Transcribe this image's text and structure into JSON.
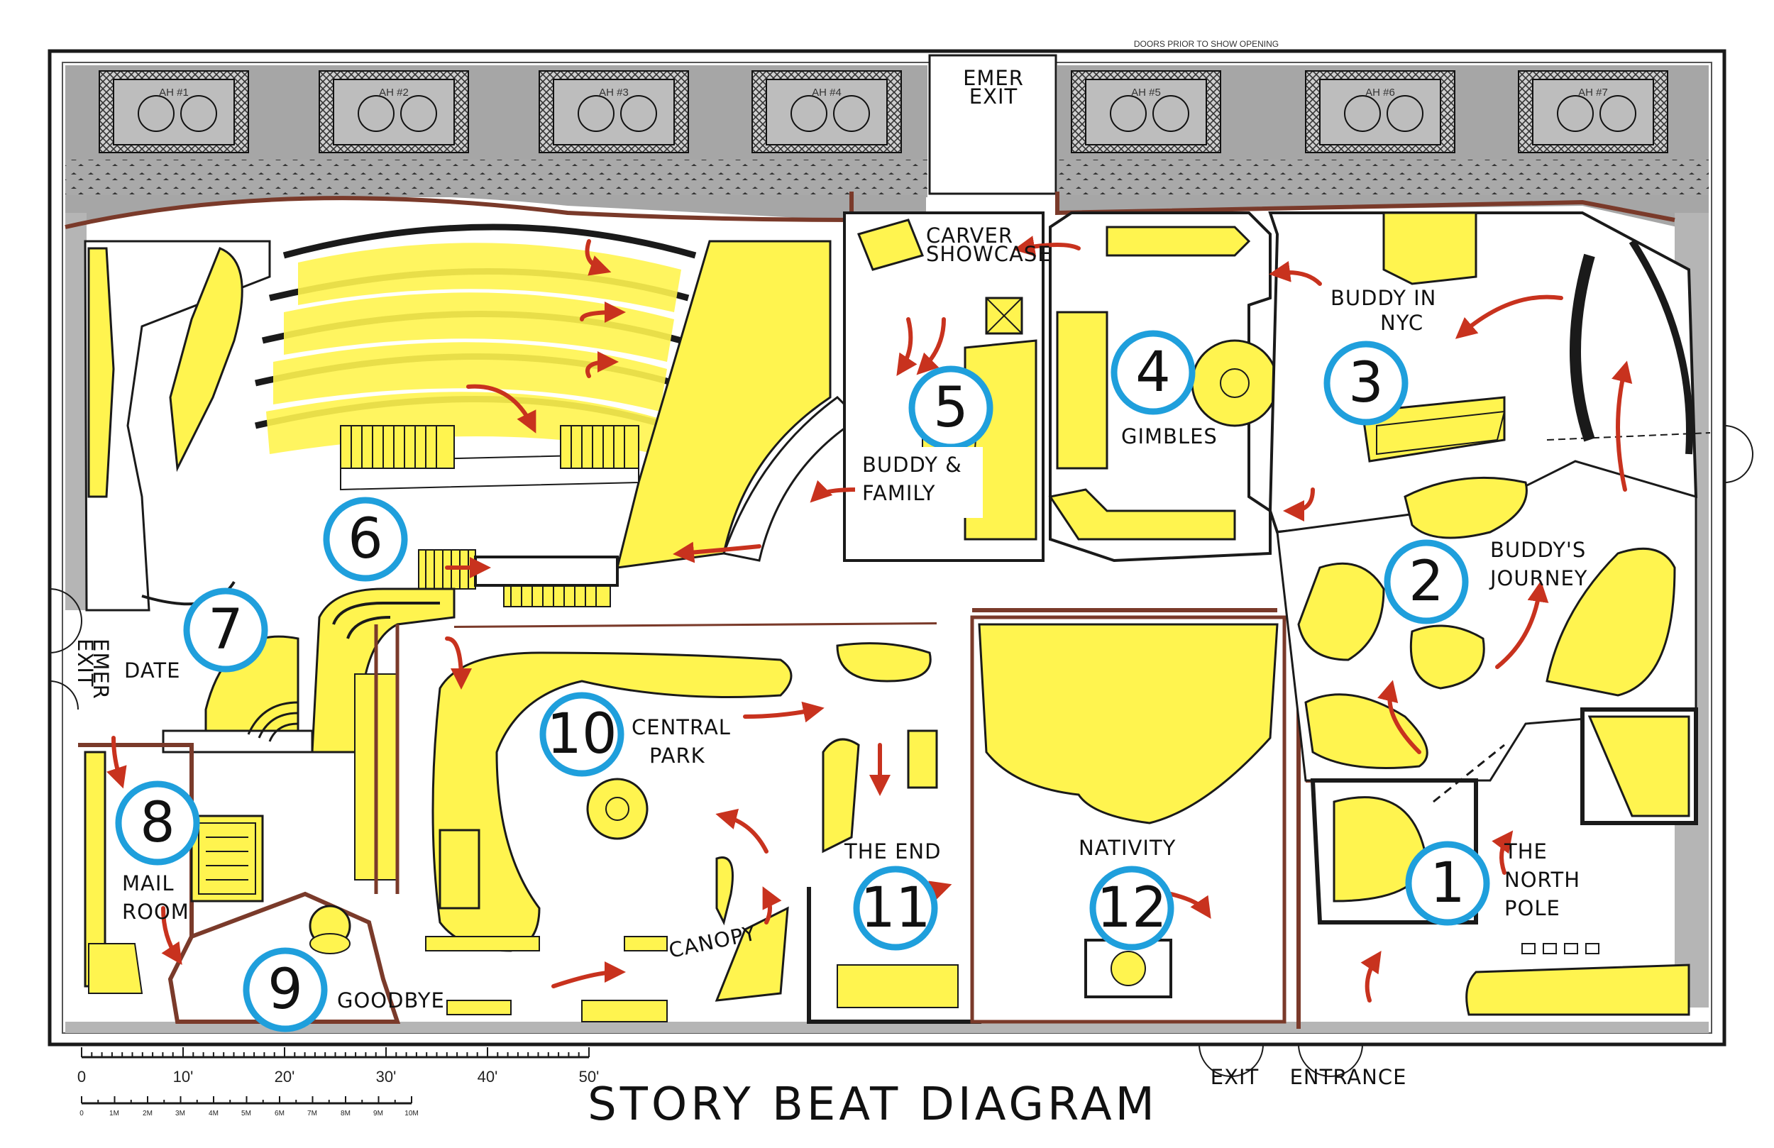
{
  "title": "STORY BEAT DIAGRAM",
  "colors": {
    "zone_fill": "#fff44f",
    "wall": "#1a1a1a",
    "boundary": "#7a3a2a",
    "mech_gray": "#a6a6a6",
    "circle_stroke": "#1f9fdc",
    "arrow": "#c8321e"
  },
  "header_note": "DOORS PRIOR TO SHOW OPENING",
  "exits": {
    "emer_top": [
      "EMER",
      "EXIT"
    ],
    "emer_left": [
      "EMER",
      "EXIT"
    ],
    "exit_bottom": "EXIT",
    "entrance_bottom": "ENTRANCE"
  },
  "air_handlers": [
    "AH #1",
    "AH #2",
    "AH #3",
    "AH #4",
    "AH #5",
    "AH #6",
    "AH #7"
  ],
  "beats": [
    {
      "number": "1",
      "label_lines": [
        "THE",
        "NORTH",
        "POLE"
      ]
    },
    {
      "number": "2",
      "label_lines": [
        "BUDDY'S",
        "JOURNEY"
      ]
    },
    {
      "number": "3",
      "label_lines": [
        "BUDDY IN",
        "NYC"
      ]
    },
    {
      "number": "4",
      "label_lines": [
        "GIMBLES"
      ]
    },
    {
      "number": "5",
      "label_lines": [
        "BUDDY &",
        "FAMILY"
      ]
    },
    {
      "number": "6",
      "label_lines": []
    },
    {
      "number": "7",
      "label_lines": [
        "DATE"
      ]
    },
    {
      "number": "8",
      "label_lines": [
        "MAIL",
        "ROOM"
      ]
    },
    {
      "number": "9",
      "label_lines": [
        "GOODBYE"
      ]
    },
    {
      "number": "10",
      "label_lines": [
        "CENTRAL",
        "PARK"
      ]
    },
    {
      "number": "11",
      "label_lines": [
        "THE END"
      ]
    },
    {
      "number": "12",
      "label_lines": [
        "NATIVITY"
      ]
    }
  ],
  "other_labels": {
    "carver": [
      "CARVER",
      "SHOWCASE"
    ],
    "canopy": "CANOPY"
  },
  "scale_bar": {
    "feet_labels": [
      "0",
      "10'",
      "20'",
      "30'",
      "40'",
      "50'"
    ],
    "meter_labels": [
      "0",
      "1M",
      "2M",
      "3M",
      "4M",
      "5M",
      "6M",
      "7M",
      "8M",
      "9M",
      "10M"
    ]
  }
}
